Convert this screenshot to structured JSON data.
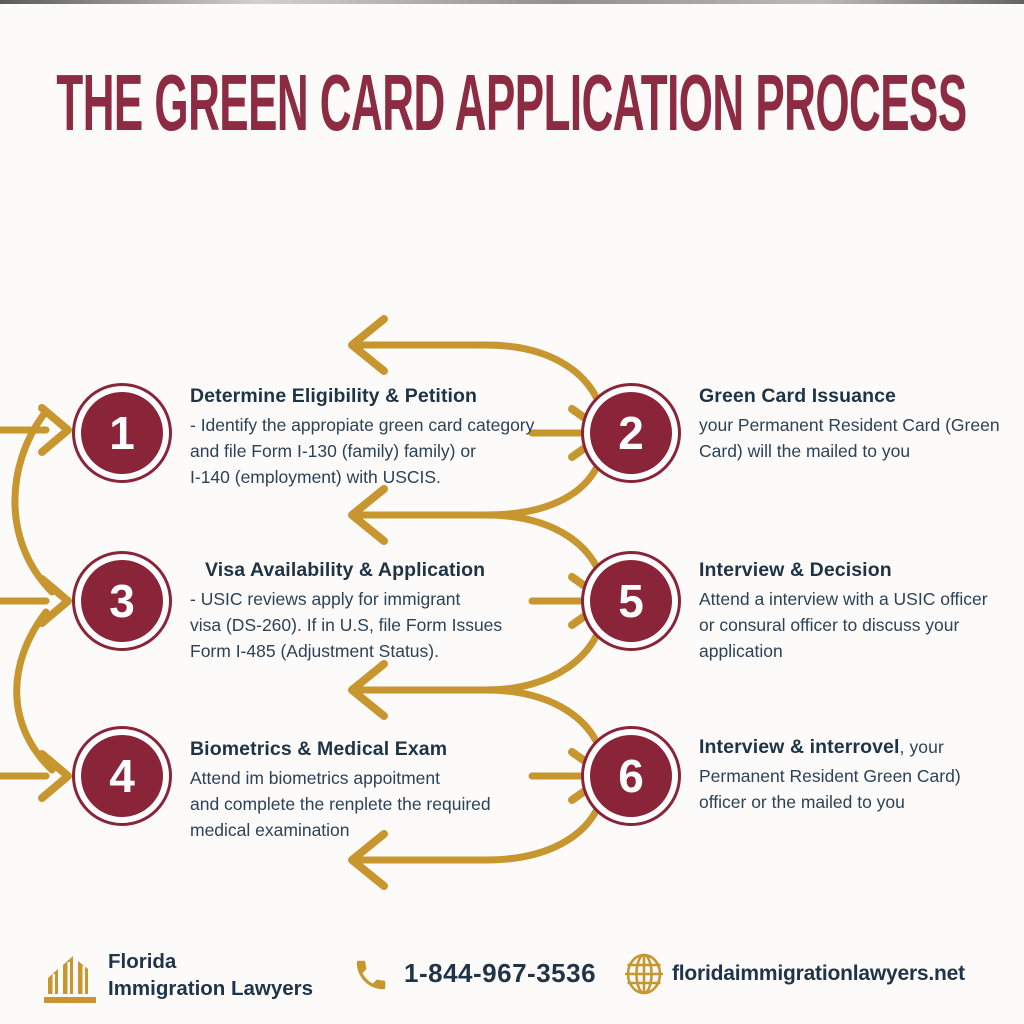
{
  "title": "THE GREEN CARD APPLICATION PROCESS",
  "steps": [
    {
      "number": "1",
      "heading": "Determine Eligibility & Petition",
      "body": [
        "- Identify the appropiate green card category",
        "and file Form I-130 (family) family) or",
        "I-140 (employment) with USCIS."
      ]
    },
    {
      "number": "2",
      "heading": "Green Card Issuance",
      "body": [
        "your Permanent Resident Card (Green",
        "Card) will the mailed to you"
      ]
    },
    {
      "number": "3",
      "heading": "Visa Availability & Application",
      "body": [
        "- USIC reviews apply for immigrant",
        "visa (DS-260). If in U.S, file Form Issues",
        "Form I-485 (Adjustment Status)."
      ]
    },
    {
      "number": "4",
      "heading": "Biometrics & Medical Exam",
      "body": [
        "Attend im biometrics appoitment",
        "and complete the renplete the required",
        "medical examination"
      ]
    },
    {
      "number": "5",
      "heading": "Interview & Decision",
      "body": [
        "Attend a interview with a USIC officer",
        "or consural officer to discuss your",
        "application"
      ]
    },
    {
      "number": "6",
      "heading_parts": {
        "bold": "Interview & ",
        "mid": "interrovel",
        "tail": ", your"
      },
      "body": [
        "Permanent Resident Green Card)",
        "officer or the mailed to you"
      ]
    }
  ],
  "footer": {
    "brand_line1": "Florida",
    "brand_line2": "Immigration Lawyers",
    "phone": "1-844-967-3536",
    "website": "floridaimmigrationlawyers.net"
  },
  "colors": {
    "maroon": "#8a2439",
    "title_maroon": "#8d2b43",
    "gold": "#c8962f",
    "heading_text": "#1d3346",
    "body_text": "#2c4257"
  }
}
